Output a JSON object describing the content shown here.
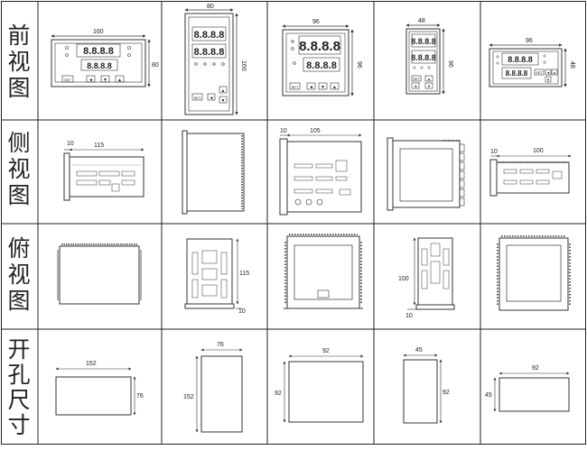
{
  "rows": [
    {
      "name": "front-view",
      "label": [
        "前",
        "视",
        "图"
      ]
    },
    {
      "name": "side-view",
      "label": [
        "侧",
        "视",
        "图"
      ]
    },
    {
      "name": "top-view",
      "label": [
        "俯",
        "视",
        "图"
      ]
    },
    {
      "name": "cutout-size",
      "label": [
        "开",
        "孔",
        "尺",
        "寸"
      ]
    }
  ],
  "front": {
    "c1": {
      "width": "160",
      "height": "80",
      "digits": "8.8.8.8",
      "keys": [
        "SET",
        "◄",
        "▼",
        "▲"
      ]
    },
    "c2": {
      "width": "80",
      "height": "160",
      "digits": "8.8.8.8",
      "keys": [
        "SET",
        "◄",
        "▼",
        "▲"
      ]
    },
    "c3": {
      "width": "96",
      "height": "96",
      "digits": "8.8.8.8",
      "keys": [
        "SET",
        "◄",
        "▼",
        "▲"
      ]
    },
    "c4": {
      "width": "48",
      "height": "96",
      "digits": "8.8.8.8",
      "keys": [
        "SET",
        "◄",
        "▼",
        "▲"
      ]
    },
    "c5": {
      "width": "96",
      "height": "48",
      "digits": "8.8.8.8",
      "keys": [
        "SET",
        "◄",
        "▼",
        "▲"
      ]
    }
  },
  "side": {
    "c1": {
      "front": "10",
      "depth": "115"
    },
    "c3": {
      "front": "10",
      "depth": "105"
    },
    "c5": {
      "front": "10",
      "depth": "100"
    }
  },
  "top": {
    "c2": {
      "depth": "115",
      "front": "10"
    },
    "c4": {
      "depth": "100",
      "front": "10"
    }
  },
  "cutout": {
    "c1": {
      "w": "152",
      "h": "76"
    },
    "c2": {
      "w": "76",
      "h": "152"
    },
    "c3": {
      "w": "92",
      "h": "92"
    },
    "c4": {
      "w": "45",
      "h": "92"
    },
    "c5": {
      "w": "92",
      "h": "45"
    }
  },
  "colors": {
    "grid": "#222222",
    "line": "#333333",
    "text": "#222222"
  }
}
